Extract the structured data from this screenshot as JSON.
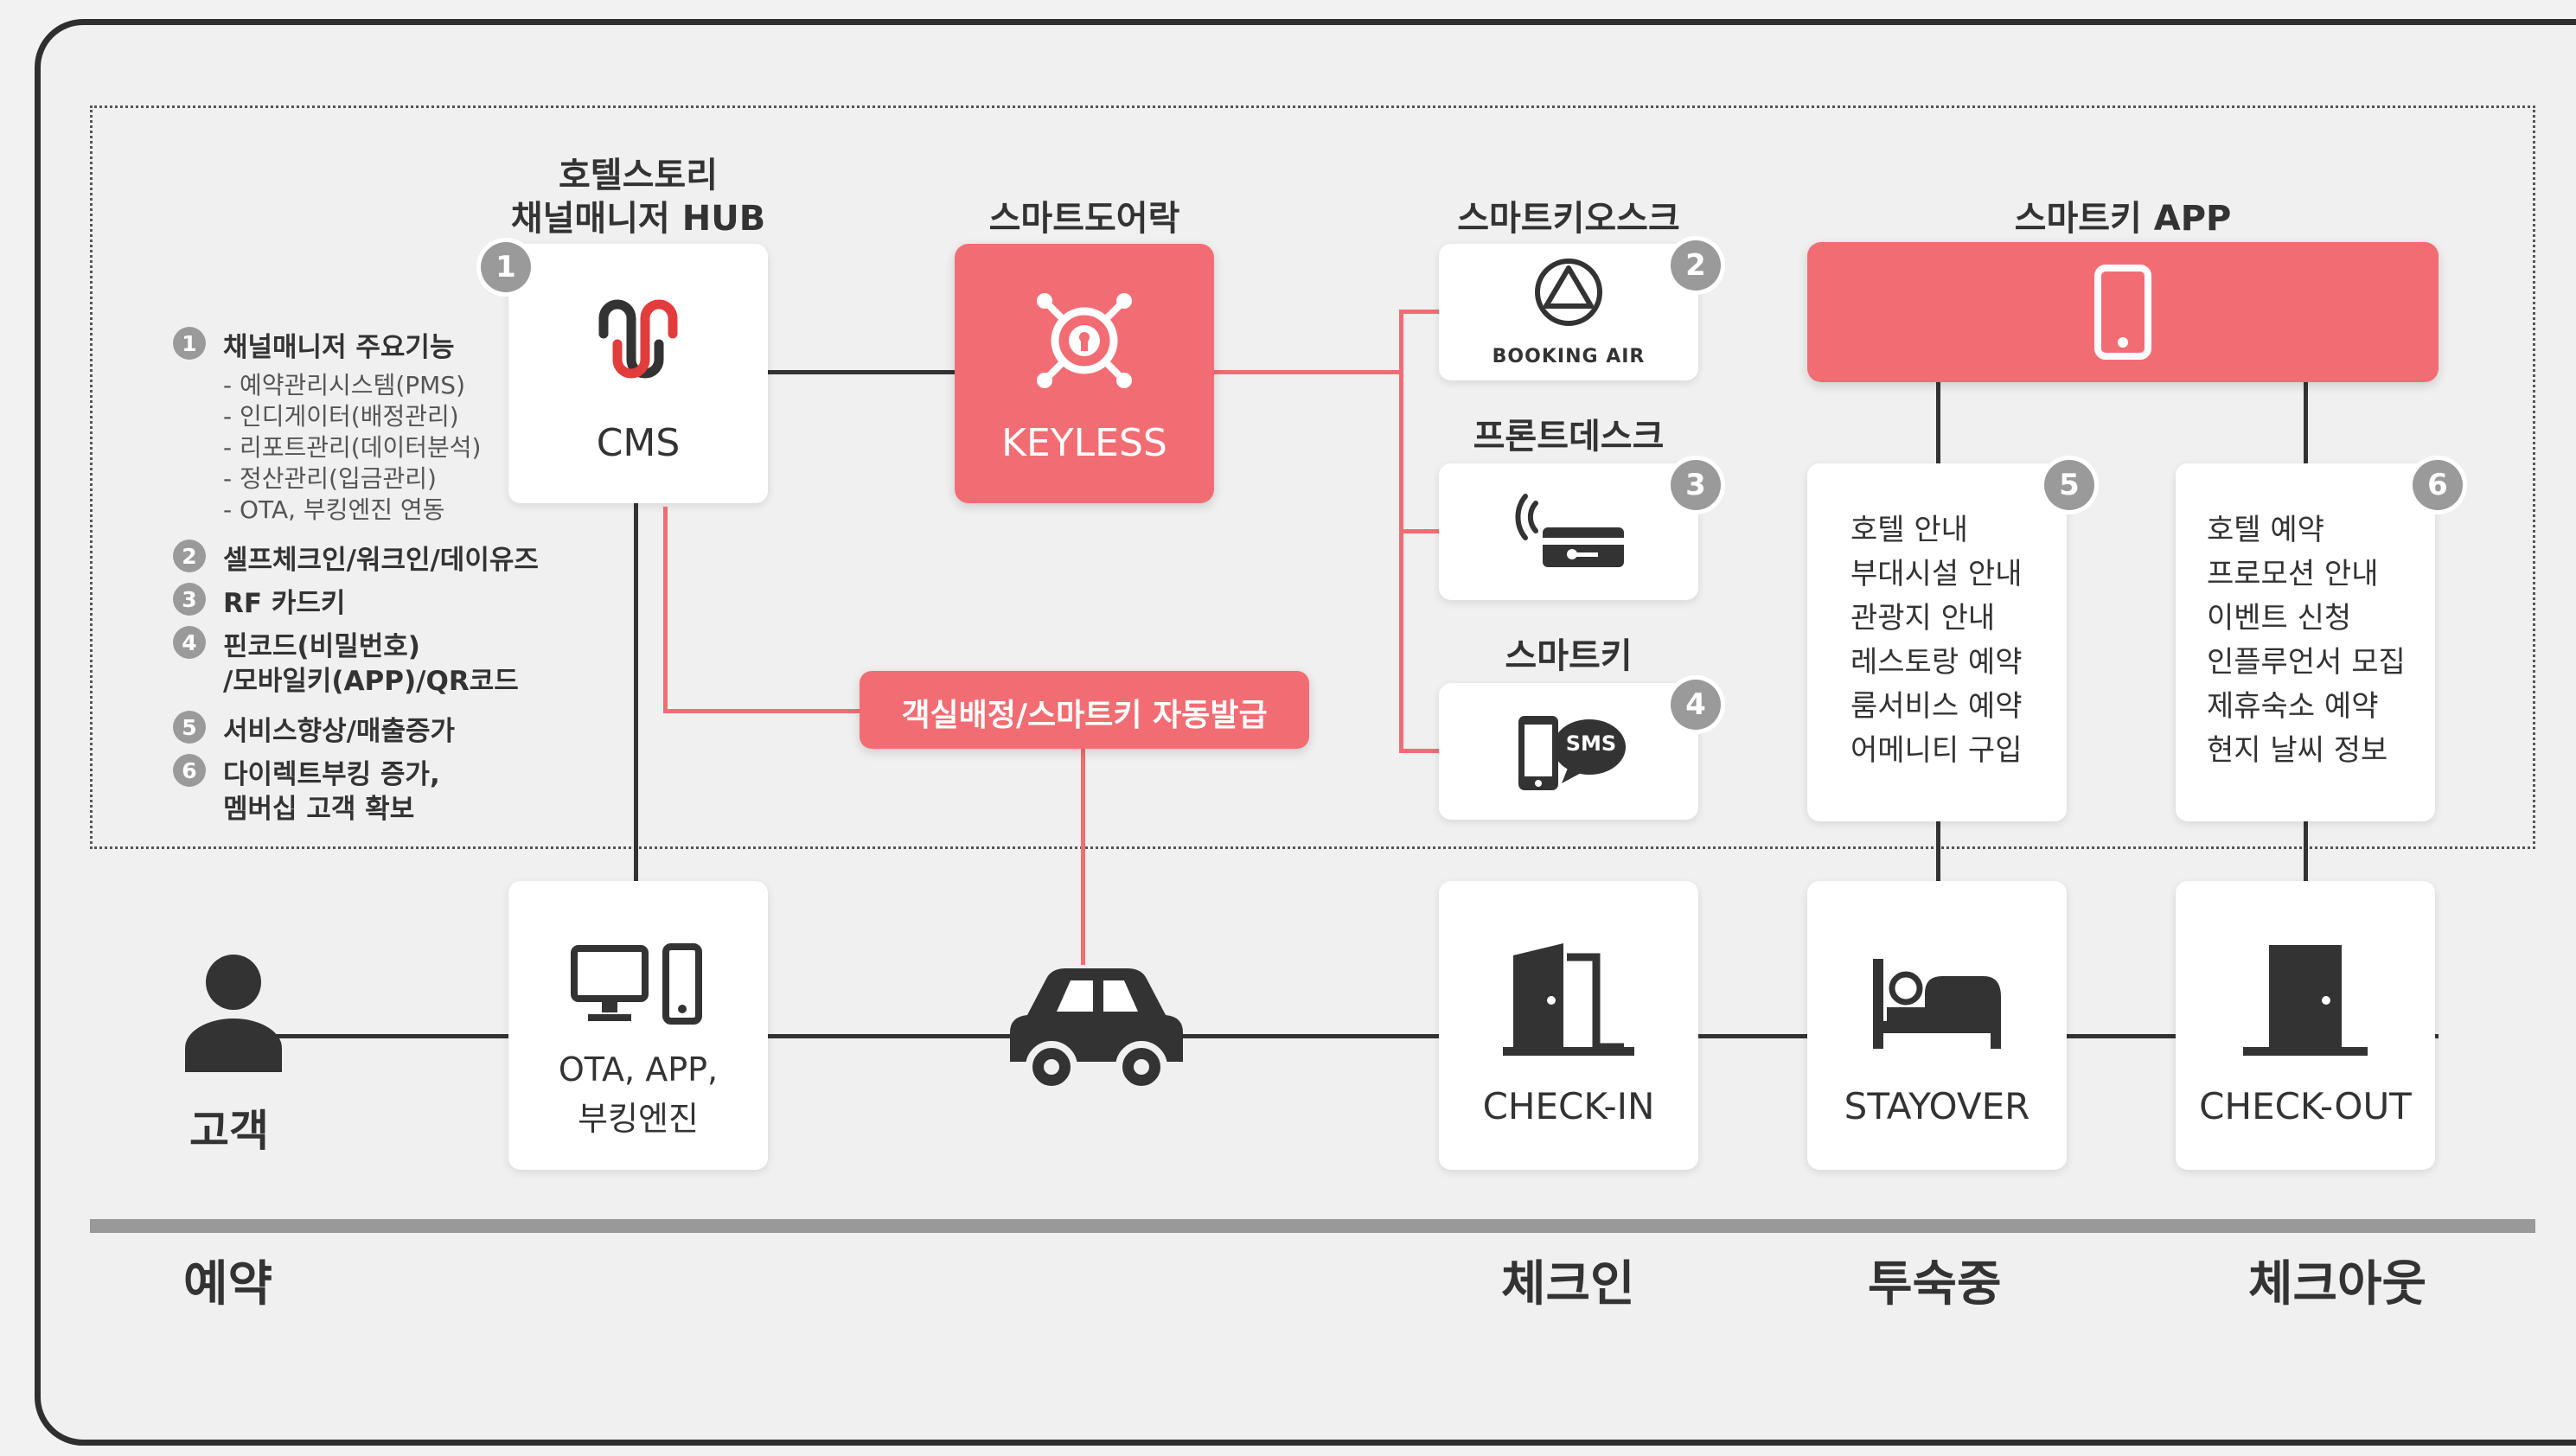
{
  "hub": {
    "title_line1": "호텔스토리",
    "title_line2": "채널매니저 HUB",
    "badge": "1",
    "card_label": "CMS"
  },
  "keyless": {
    "title": "스마트도어락",
    "card_label": "KEYLESS"
  },
  "kiosk": {
    "title": "스마트키오스크",
    "badge": "2",
    "logo_text": "BOOKING AIR"
  },
  "frontdesk": {
    "title": "프론트데스크",
    "badge": "3"
  },
  "smartkey": {
    "title": "스마트키",
    "badge": "4",
    "sms_label": "SMS"
  },
  "app": {
    "title": "스마트키 APP"
  },
  "auto_issue": {
    "label": "객실배정/스마트키 자동발급"
  },
  "features": {
    "badge5": "5",
    "list5": [
      "호텔 안내",
      "부대시설 안내",
      "관광지 안내",
      "레스토랑 예약",
      "룸서비스 예약",
      "어메니티 구입"
    ],
    "badge6": "6",
    "list6": [
      "호텔 예약",
      "프로모션 안내",
      "이벤트 신청",
      "인플루언서 모집",
      "제휴숙소 예약",
      "현지 날씨 정보"
    ]
  },
  "notes": {
    "n1": {
      "num": "1",
      "title": "채널매니저 주요기능",
      "subs": [
        "- 예약관리시스템(PMS)",
        "- 인디게이터(배정관리)",
        "- 리포트관리(데이터분석)",
        "- 정산관리(입금관리)",
        "- OTA, 부킹엔진 연동"
      ]
    },
    "n2": {
      "num": "2",
      "text": "셀프체크인/워크인/데이유즈"
    },
    "n3": {
      "num": "3",
      "text": "RF 카드키"
    },
    "n4": {
      "num": "4",
      "line1": "핀코드(비밀번호)",
      "line2": "/모바일키(APP)/QR코드"
    },
    "n5": {
      "num": "5",
      "text": "서비스향상/매출증가"
    },
    "n6": {
      "num": "6",
      "line1": "다이렉트부킹 증가,",
      "line2": "멤버십 고객 확보"
    }
  },
  "flow": {
    "customer_label": "고객",
    "ota_line1": "OTA, APP,",
    "ota_line2": "부킹엔진",
    "checkin": "CHECK-IN",
    "stayover": "STAYOVER",
    "checkout": "CHECK-OUT"
  },
  "phases": {
    "reserve": "예약",
    "checkin": "체크인",
    "staying": "투숙중",
    "checkout": "체크아웃"
  },
  "colors": {
    "accent": "#f26d73",
    "dark": "#333333",
    "badge": "#9a9a9a",
    "background": "#f0f0f0"
  }
}
